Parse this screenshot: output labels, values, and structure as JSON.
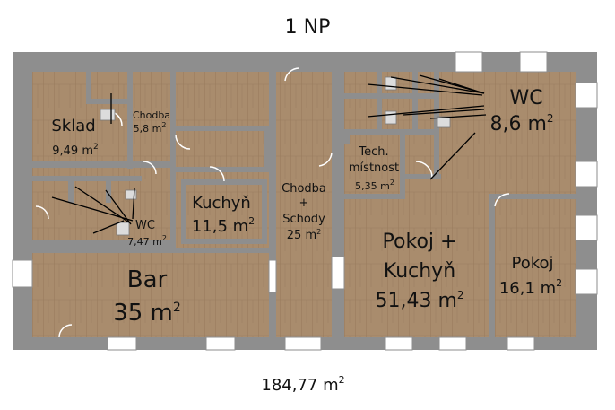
{
  "title": "1 NP",
  "total_area": "184,77 m",
  "superscript": "2",
  "rooms": {
    "sklad": {
      "name": "Sklad",
      "area": "9,49 m"
    },
    "chodba_small": {
      "name": "Chodba",
      "area": "5,8 m"
    },
    "kuchyn": {
      "name": "Kuchyň",
      "area": "11,5 m"
    },
    "wc_left": {
      "name": "WC",
      "area": "7,47 m"
    },
    "bar": {
      "name": "Bar",
      "area": "35 m"
    },
    "chodba_schody": {
      "name1": "Chodba",
      "name2": "+",
      "name3": "Schody",
      "area": "25 m"
    },
    "tech": {
      "name1": "Tech.",
      "name2": "místnost",
      "area": "5,35 m"
    },
    "wc_right": {
      "name": "WC",
      "area": "8,6 m"
    },
    "pokoj_kuchyn": {
      "name1": "Pokoj +",
      "name2": "Kuchyň",
      "area": "51,43 m"
    },
    "pokoj": {
      "name": "Pokoj",
      "area": "16,1 m"
    }
  },
  "colors": {
    "wall": "#8e8e8e",
    "floor": "#a98c6d",
    "window": "#ffffff"
  }
}
